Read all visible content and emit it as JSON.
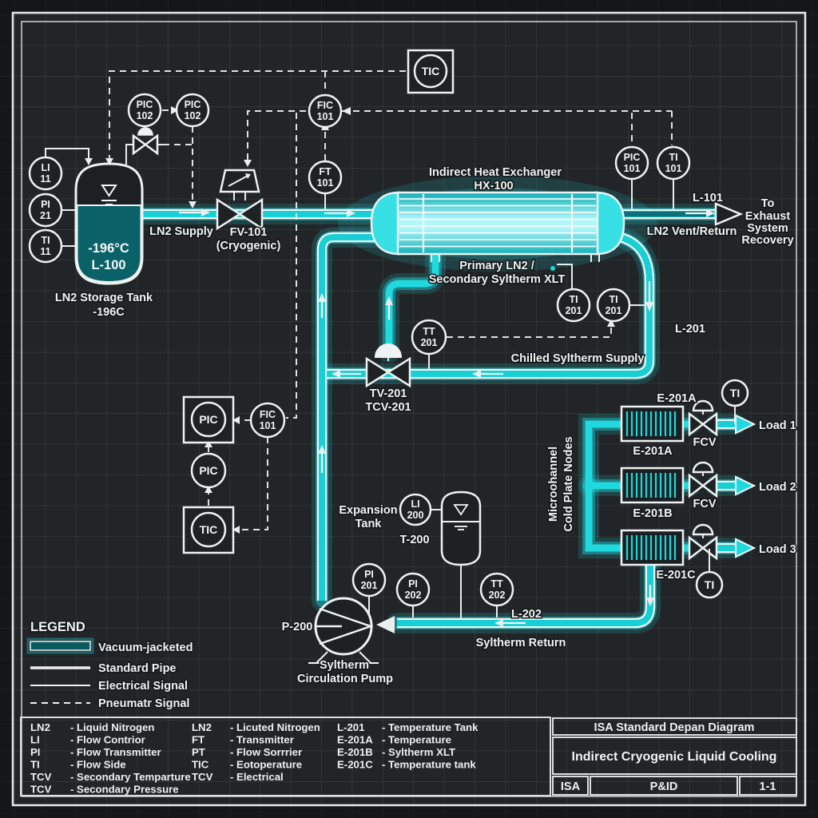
{
  "diagram": {
    "colors": {
      "pipe": "#1fd9de",
      "liquid": "#0b6168",
      "line": "#eef2f2",
      "background": "#212528"
    },
    "instruments": {
      "li11": {
        "tag": "LI",
        "num": "11"
      },
      "pi21": {
        "tag": "PI",
        "num": "21"
      },
      "ti11": {
        "tag": "TI",
        "num": "11"
      },
      "pic102a": {
        "tag": "PIC",
        "num": "102"
      },
      "pic102b": {
        "tag": "PIC",
        "num": "102"
      },
      "fic101_top": {
        "tag": "FIC",
        "num": "101"
      },
      "ft101": {
        "tag": "FT",
        "num": "101"
      },
      "tic_top": {
        "tag": "TIC"
      },
      "pic101": {
        "tag": "PIC",
        "num": "101"
      },
      "ti101": {
        "tag": "TI",
        "num": "101"
      },
      "ti201a": {
        "tag": "TI",
        "num": "201"
      },
      "ti201b": {
        "tag": "TI",
        "num": "201"
      },
      "tt201": {
        "tag": "TT",
        "num": "201"
      },
      "pic_box": {
        "tag": "PIC"
      },
      "fic101_mid": {
        "tag": "FIC",
        "num": "101"
      },
      "pic_mid": {
        "tag": "PIC"
      },
      "tic_mid": {
        "tag": "TIC"
      },
      "li200": {
        "tag": "LI",
        "num": "200"
      },
      "pi201": {
        "tag": "PI",
        "num": "201"
      },
      "pi202": {
        "tag": "PI",
        "num": "202"
      },
      "tt202": {
        "tag": "TT",
        "num": "202"
      },
      "ti_load1": {
        "tag": "TI"
      },
      "ti_load3": {
        "tag": "TI"
      }
    },
    "labels": {
      "ln2_supply": "LN2 Supply",
      "fv101": "FV-101",
      "fv101_sub": "(Cryogenic)",
      "tank_name": "LN2 Storage Tank",
      "tank_temp": "-196C",
      "tank_inner_temp": "-196°C",
      "tank_inner_tag": "L-100",
      "hx_name": "Indirect Heat Exchanger",
      "hx_tag": "HX-100",
      "l101": "L-101",
      "vent_return": "LN2 Vent/Return",
      "to_line1": "To",
      "to_line2": "Exhaust",
      "to_line3": "System",
      "to_line4": "Recovery",
      "primary_line1": "Primary LN2 /",
      "primary_line2": "Secondary Syltherm XLT",
      "l201": "L-201",
      "chilled_supply": "Chilled Syltherm Supply",
      "tv201": "TV-201",
      "tcv201": "TCV-201",
      "e201a_top": "E-201A",
      "e201a": "E-201A",
      "e201b": "E-201B",
      "e201c": "E-201C",
      "fcv_1": "FCV",
      "fcv_2": "FCV",
      "load1": "Load 1",
      "load2": "Load 2",
      "load3": "Load 3",
      "micro_line1": "Microohannel",
      "micro_line2": "Cold Plate Nodes",
      "expansion_line1": "Expansion",
      "expansion_line2": "Tank",
      "t200": "T-200",
      "p200": "P-200",
      "pump_line1": "Syltherm",
      "pump_line2": "Circulation Pump",
      "l202": "L-202",
      "syltherm_return": "Syltherm Return"
    },
    "legend": {
      "title": "LEGEND",
      "items": [
        "Vacuum-jacketed",
        "Standard Pipe",
        "Electrical Signal",
        "Pneumatr Signal"
      ]
    },
    "abbrev": {
      "col1": [
        {
          "abbr": "LN2",
          "desc": "- Liquid Nitrogen"
        },
        {
          "abbr": "LI",
          "desc": "- Flow Contrior"
        },
        {
          "abbr": "PI",
          "desc": "- Flow Transmitter"
        },
        {
          "abbr": "TI",
          "desc": "- Flow Side"
        },
        {
          "abbr": "TCV",
          "desc": "- Secondary Temparture"
        },
        {
          "abbr": "TCV",
          "desc": "- Secondary Pressure"
        }
      ],
      "col2": [
        {
          "abbr": "LN2",
          "desc": "- Licuted Nitrogen"
        },
        {
          "abbr": "FT",
          "desc": "- Transmitter"
        },
        {
          "abbr": "PT",
          "desc": "- Flow Sorrrier"
        },
        {
          "abbr": "TIC",
          "desc": "- Eotoperature"
        },
        {
          "abbr": "TCV",
          "desc": "- Electrical"
        }
      ],
      "col3": [
        {
          "abbr": "L-201",
          "desc": "- Temperature Tank"
        },
        {
          "abbr": "E-201A",
          "desc": "- Temperature"
        },
        {
          "abbr": "E-201B",
          "desc": "- Syltherm XLT"
        },
        {
          "abbr": "E-201C",
          "desc": "- Temperature tank"
        }
      ]
    },
    "title_block": {
      "row1": "ISA Standard Depan Diagram",
      "row2": "Indirect Cryogenic Liquid Cooling",
      "cell1": "ISA",
      "cell2": "P&ID",
      "cell3": "1-1"
    }
  }
}
